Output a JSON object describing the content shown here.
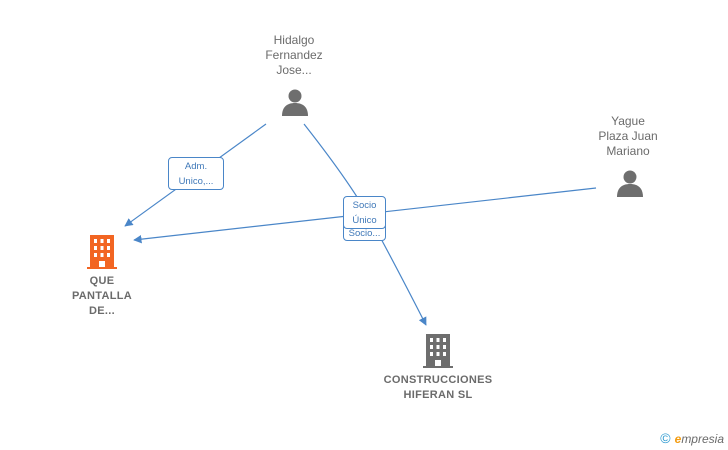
{
  "nodes": {
    "person_hidalgo": {
      "label": "Hidalgo\nFernandez\nJose..."
    },
    "person_yague": {
      "label": "Yague\nPlaza Juan\nMariano"
    },
    "company_que": {
      "label": "QUE\nPANTALLA\nDE..."
    },
    "company_construcciones": {
      "label": "CONSTRUCCIONES\nHIFERAN SL"
    }
  },
  "edges": {
    "hidalgo_to_que": {
      "label": "Adm.\nUnico,..."
    },
    "hidalgo_to_construcciones": {
      "label": "Socio\nÚnico"
    },
    "hidalgo_to_construcciones_back": {
      "label": "Socio..."
    }
  },
  "colors": {
    "edge": "#4a86c8",
    "person_icon": "#6e6e6e",
    "company_highlight": "#f26522",
    "company_default": "#6e6e6e"
  },
  "watermark": {
    "copyright": "©",
    "brand_e": "e",
    "brand_rest": "mpresia"
  }
}
